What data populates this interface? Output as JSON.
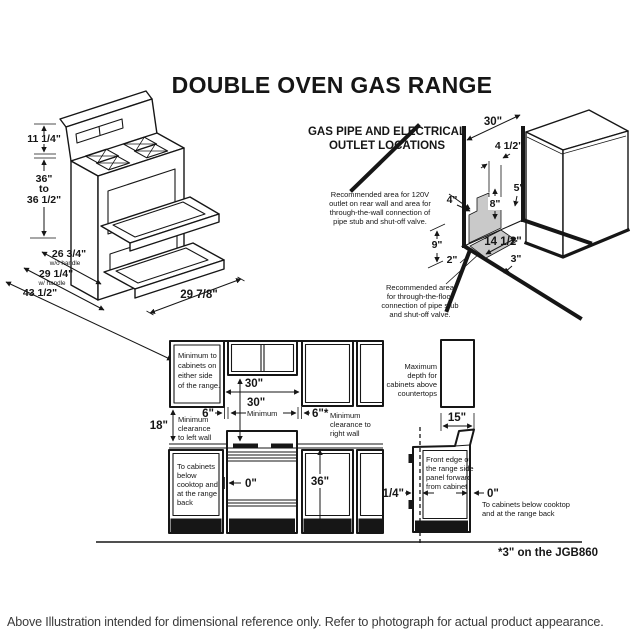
{
  "title": "DOUBLE OVEN GAS RANGE",
  "caption": "Above Illustration intended for dimensional reference only. Refer to photograph for actual product appearance.",
  "footnote": "*3\" on the JGB860",
  "colors": {
    "line": "#161616",
    "shade": "#c9c9c9",
    "caption_text": "#3a3a3a",
    "background": "#ffffff"
  },
  "range_iso": {
    "dims": {
      "backsplash_height": "11 1/4\"",
      "height_min": "36\"",
      "height_to": "to",
      "height_max": "36 1/2\"",
      "depth_wo_handle": "26 3/4\"",
      "depth_wo_handle_note": "w/o handle",
      "depth_w_handle": "29 1/4\"",
      "depth_w_handle_note": "w/ handle",
      "depth_door_open": "43 1/2\"",
      "width": "29 7/8\""
    }
  },
  "gas": {
    "title_line1": "GAS PIPE AND ELECTRICAL",
    "title_line2": "OUTLET LOCATIONS",
    "wall_note_lines": [
      "Recommended area for 120V",
      "outlet on rear wall and area for",
      "through-the-wall connection of",
      "pipe stub and shut-off valve."
    ],
    "floor_note_lines": [
      "Recommended area",
      "for through-the-floor",
      "connection of pipe stub",
      "and shut-off valve."
    ],
    "dims": {
      "d30": "30\"",
      "d4half": "4 1/2\"",
      "d5": "5\"",
      "d4": "4\"",
      "d8": "8\"",
      "d9": "9\"",
      "d2": "2\"",
      "d14half": "14 1/2\"",
      "d3": "3\""
    }
  },
  "front_view": {
    "cabinet_note_lines": [
      "Minimum to",
      "cabinets on",
      "either side",
      "of the range."
    ],
    "left_wall_note_lines": [
      "Minimum",
      "clearance",
      "to left wall"
    ],
    "right_wall_note_lines": [
      "Minimum",
      "clearance to",
      "right wall"
    ],
    "base_note_lines": [
      "To cabinets",
      "below",
      "cooktop and",
      "at the range",
      "back"
    ],
    "dims": {
      "opening_width": "30\"",
      "vertical_min": "30\"",
      "vertical_min_label": "Minimum",
      "side_left": "6\"",
      "side_right": "6\"*",
      "wall_height": "18\"",
      "zero": "0\"",
      "counter_height": "36\""
    }
  },
  "side_view": {
    "top_note_lines": [
      "Maximum",
      "depth for",
      "cabinets above",
      "countertops"
    ],
    "front_edge_note_lines": [
      "Front edge of",
      "the range side",
      "panel forward",
      "from cabinet"
    ],
    "base_note_lines": [
      "To cabinets below cooktop",
      "and at the range back"
    ],
    "dims": {
      "cab_depth": "15\"",
      "quarter": "1/4\"",
      "zero": "0\""
    }
  }
}
